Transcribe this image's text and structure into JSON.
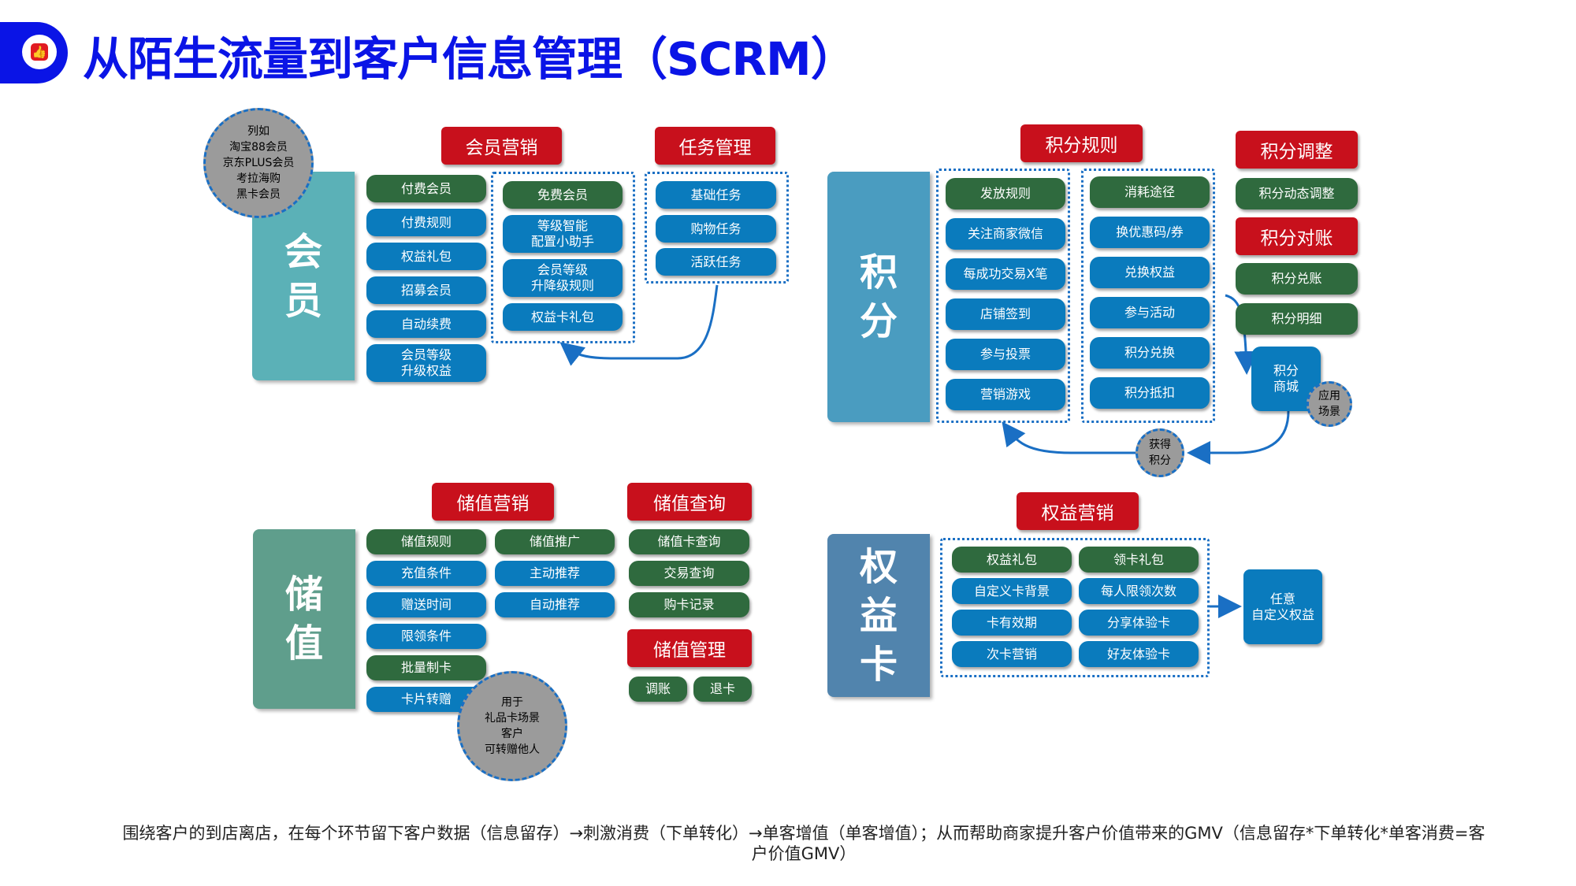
{
  "title": "从陌生流量到客户信息管理（SCRM）",
  "logo_icon": "thumbs-up-icon",
  "member": {
    "section_label": [
      "会",
      "员"
    ],
    "circle_lines": [
      "列如",
      "淘宝88会员",
      "京东PLUS会员",
      "考拉海购",
      "黑卡会员"
    ],
    "list": [
      "付费会员",
      "付费规则",
      "权益礼包",
      "招募会员",
      "自动续费",
      "会员等级\n升级权益"
    ],
    "marketing_title": "会员营销",
    "marketing_items": [
      "免费会员",
      "等级智能\n配置小助手",
      "会员等级\n升降级规则",
      "权益卡礼包"
    ],
    "task_title": "任务管理",
    "task_items": [
      "基础任务",
      "购物任务",
      "活跃任务"
    ]
  },
  "points": {
    "section_label": [
      "积",
      "分"
    ],
    "rules_title": "积分规则",
    "earn_items": [
      "发放规则",
      "关注商家微信",
      "每成功交易X笔",
      "店铺签到",
      "参与投票",
      "营销游戏"
    ],
    "use_items": [
      "消耗途径",
      "换优惠码/券",
      "兑换权益",
      "参与活动",
      "积分兑换",
      "积分抵扣"
    ],
    "adjust_title": "积分调整",
    "adjust_item": "积分动态调整",
    "reconcile_title": "积分对账",
    "reconcile_items": [
      "积分兑账",
      "积分明细"
    ],
    "mall": "积分\n商城",
    "scene_circle": "应用\n场景",
    "gain_circle": "获得\n积分"
  },
  "stored_value": {
    "section_label": [
      "储",
      "值"
    ],
    "marketing_title": "储值营销",
    "col1": [
      "储值规则",
      "充值条件",
      "赠送时间",
      "限领条件",
      "批量制卡",
      "卡片转赠"
    ],
    "col2": [
      "储值推广",
      "主动推荐",
      "自动推荐"
    ],
    "query_title": "储值查询",
    "query_items": [
      "储值卡查询",
      "交易查询",
      "购卡记录"
    ],
    "manage_title": "储值管理",
    "manage_items": [
      "调账",
      "退卡"
    ],
    "circle_lines": [
      "用于",
      "礼品卡场景",
      "客户",
      "可转赠他人"
    ]
  },
  "benefit_card": {
    "section_label": [
      "权",
      "益",
      "卡"
    ],
    "marketing_title": "权益营销",
    "col1": [
      "权益礼包",
      "自定义卡背景",
      "卡有效期",
      "次卡营销"
    ],
    "col2": [
      "领卡礼包",
      "每人限领次数",
      "分享体验卡",
      "好友体验卡"
    ],
    "custom": "任意\n自定义权益"
  },
  "footer": "围绕客户的到店离店，在每个环节留下客户数据（信息留存）→刺激消费（下单转化）→单客增值（单客增值）；从而帮助商家提升客户价值带来的GMV（信息留存*下单转化*单客消费=客户价值GMV）",
  "colors": {
    "title_blue": "#0a14e6",
    "red_tag": "#c8101c",
    "pill_blue": "#0a7bbd",
    "pill_green": "#2f6a3e",
    "member_teal": "#5bb1b7",
    "points_blue": "#4a9cc0",
    "stored_green": "#5f9e8c",
    "card_steel": "#5184ad"
  }
}
